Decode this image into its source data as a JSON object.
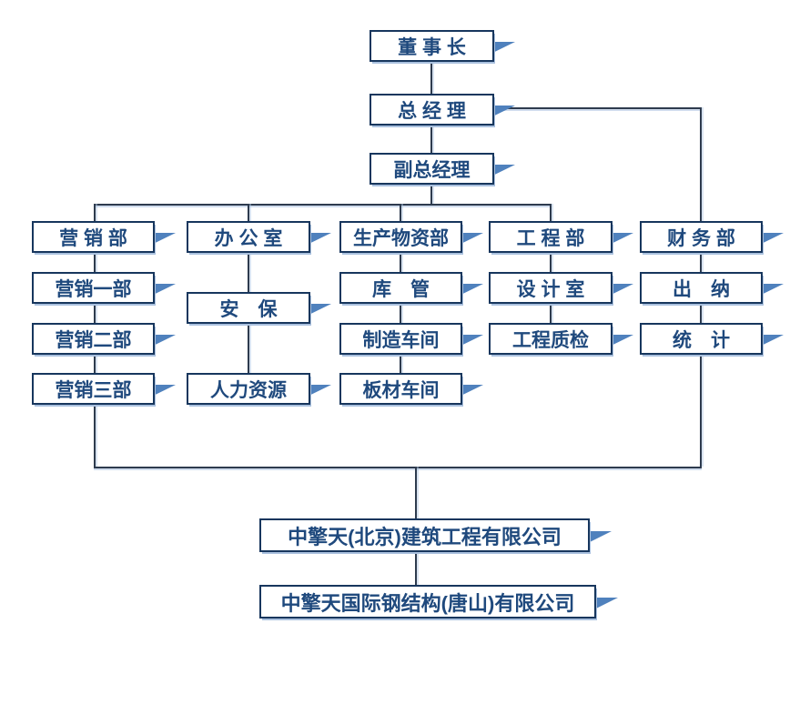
{
  "diagram": {
    "type": "org-chart",
    "background": "#ffffff",
    "colors": {
      "box_border": "#17365d",
      "box_fill": "#ffffff",
      "text": "#1f497d",
      "flag_accent": "#4f81bd",
      "connector_line": "#2e3b4e",
      "shadow": "#a9c0de"
    },
    "nodes": {
      "chairman": {
        "label": "董 事 长"
      },
      "general_manager": {
        "label": "总 经 理"
      },
      "deputy_general_manager": {
        "label": "副总经理"
      },
      "marketing_dept": {
        "label": "营 销 部"
      },
      "office": {
        "label": "办 公 室"
      },
      "production_materials_dept": {
        "label": "生产物资部"
      },
      "engineering_dept": {
        "label": "工 程 部"
      },
      "finance_dept": {
        "label": "财 务 部"
      },
      "marketing_1": {
        "label": "营销一部"
      },
      "warehouse": {
        "label": "库　管"
      },
      "design_room": {
        "label": "设 计 室"
      },
      "cashier": {
        "label": "出　纳"
      },
      "security": {
        "label": "安　保"
      },
      "marketing_2": {
        "label": "营销二部"
      },
      "manufacturing_workshop": {
        "label": "制造车间"
      },
      "engineering_qc": {
        "label": "工程质检"
      },
      "statistics": {
        "label": "统　计"
      },
      "marketing_3": {
        "label": "营销三部"
      },
      "human_resources": {
        "label": "人力资源"
      },
      "sheet_workshop": {
        "label": "板材车间"
      },
      "company_beijing": {
        "label": "中擎天(北京)建筑工程有限公司"
      },
      "company_tangshan": {
        "label": "中擎天国际钢结构(唐山)有限公司"
      }
    },
    "edges": [
      [
        "chairman",
        "general_manager"
      ],
      [
        "general_manager",
        "deputy_general_manager"
      ],
      [
        "general_manager",
        "finance_dept"
      ],
      [
        "deputy_general_manager",
        "marketing_dept"
      ],
      [
        "deputy_general_manager",
        "office"
      ],
      [
        "deputy_general_manager",
        "production_materials_dept"
      ],
      [
        "deputy_general_manager",
        "engineering_dept"
      ],
      [
        "marketing_dept",
        "marketing_1"
      ],
      [
        "marketing_1",
        "marketing_2"
      ],
      [
        "marketing_2",
        "marketing_3"
      ],
      [
        "office",
        "security"
      ],
      [
        "security",
        "human_resources"
      ],
      [
        "production_materials_dept",
        "warehouse"
      ],
      [
        "warehouse",
        "manufacturing_workshop"
      ],
      [
        "manufacturing_workshop",
        "sheet_workshop"
      ],
      [
        "engineering_dept",
        "design_room"
      ],
      [
        "design_room",
        "engineering_qc"
      ],
      [
        "finance_dept",
        "cashier"
      ],
      [
        "cashier",
        "statistics"
      ],
      [
        "marketing_3",
        "company_beijing"
      ],
      [
        "statistics",
        "company_beijing"
      ],
      [
        "company_beijing",
        "company_tangshan"
      ]
    ]
  }
}
